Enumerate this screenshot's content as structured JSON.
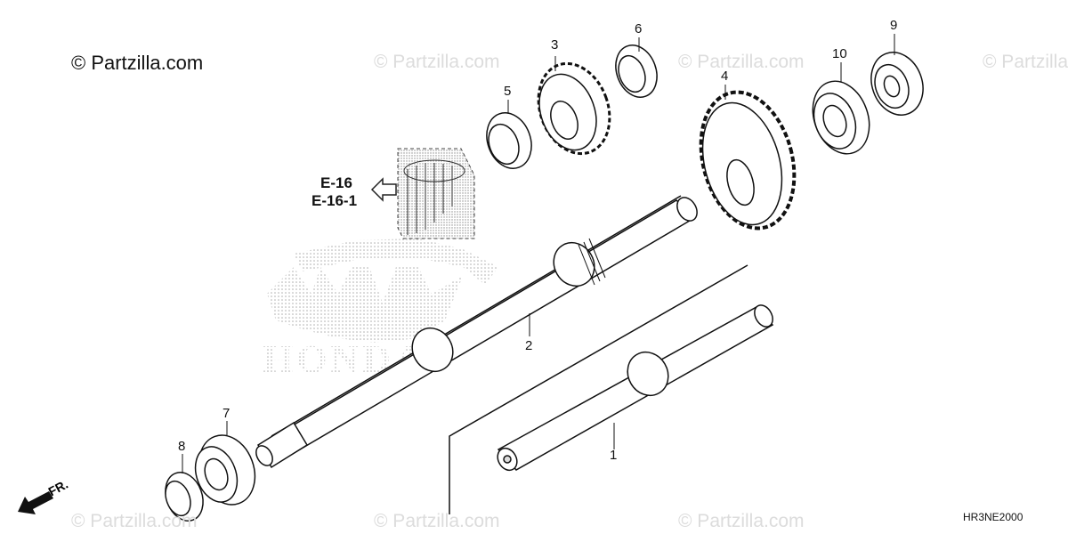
{
  "copyright": "© Partzilla.com",
  "watermark": "© Partzilla.com",
  "references": [
    "E-16",
    "E-16-1"
  ],
  "diagram_code": "HR3NE2000",
  "direction_label": "FR.",
  "brand_watermark": "HONDA",
  "callouts": [
    {
      "id": "1"
    },
    {
      "id": "2"
    },
    {
      "id": "3"
    },
    {
      "id": "4"
    },
    {
      "id": "5"
    },
    {
      "id": "6"
    },
    {
      "id": "7"
    },
    {
      "id": "8"
    },
    {
      "id": "9"
    },
    {
      "id": "10"
    }
  ]
}
